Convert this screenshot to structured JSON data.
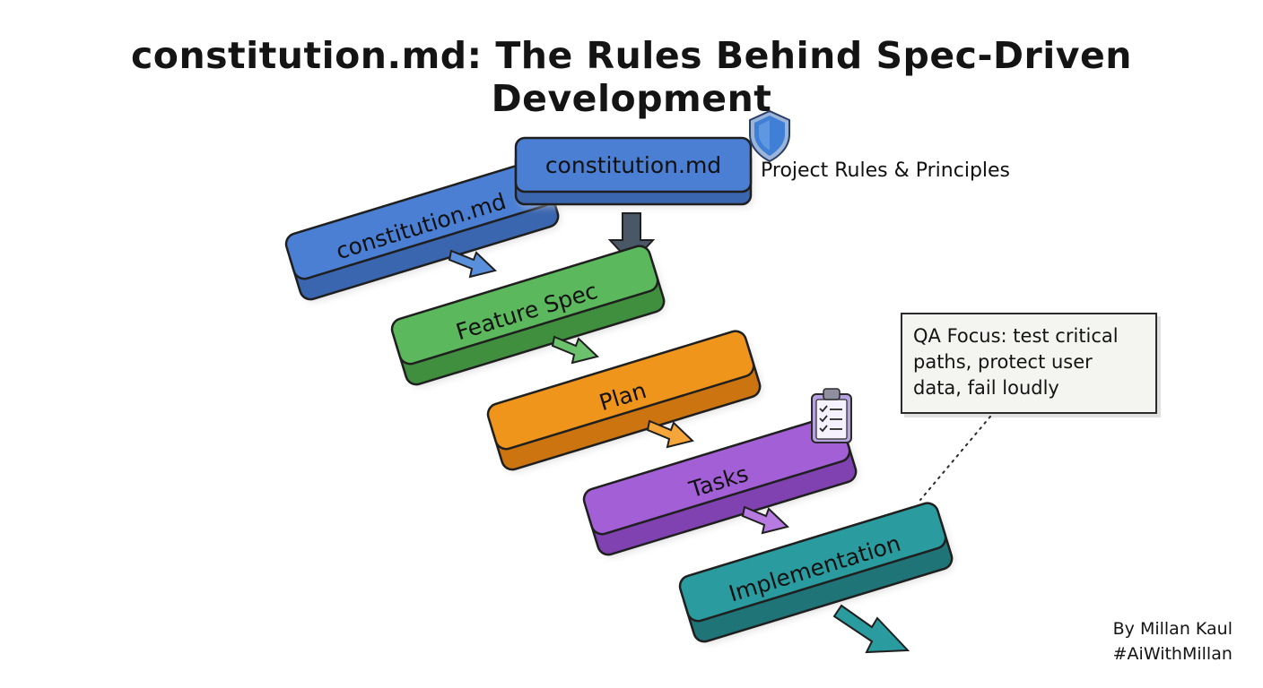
{
  "title": "constitution.md: The Rules Behind Spec-Driven Development",
  "top_block": {
    "label": "constitution.md",
    "caption": "Project Rules & Principles",
    "icon": "shield-icon"
  },
  "steps": [
    {
      "label": "constitution.md",
      "color": "#4a7fd4"
    },
    {
      "label": "Feature Spec",
      "color": "#5cb85c"
    },
    {
      "label": "Plan",
      "color": "#f0951c"
    },
    {
      "label": "Tasks",
      "color": "#a35fd6"
    },
    {
      "label": "Implementation",
      "color": "#2a9b9e"
    }
  ],
  "tasks_icon": "clipboard-checklist-icon",
  "qa_note": {
    "text": "QA Focus: test critical paths, protect user data, fail loudly"
  },
  "credit": {
    "author": "By Millan Kaul",
    "hashtag": "#AiWithMillan"
  },
  "colors": {
    "outline": "#1f1f1f",
    "shadow": "#d9d9d9",
    "arrow_dark": "#4a5766"
  }
}
